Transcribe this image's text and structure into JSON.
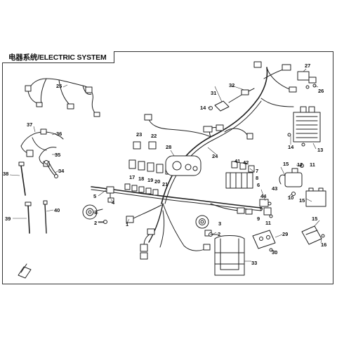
{
  "title": "电器系统/ELECTRIC SYSTEM",
  "callouts": [
    {
      "id": "c1",
      "label": "1"
    },
    {
      "id": "c2a",
      "label": "2"
    },
    {
      "id": "c2b",
      "label": "2"
    },
    {
      "id": "c3a",
      "label": "3"
    },
    {
      "id": "c3b",
      "label": "3"
    },
    {
      "id": "c4",
      "label": "4"
    },
    {
      "id": "c5",
      "label": "5"
    },
    {
      "id": "c6",
      "label": "6"
    },
    {
      "id": "c7",
      "label": "7"
    },
    {
      "id": "c8",
      "label": "8"
    },
    {
      "id": "c9a",
      "label": "9"
    },
    {
      "id": "c9b",
      "label": "9"
    },
    {
      "id": "c10",
      "label": "10"
    },
    {
      "id": "c11a",
      "label": "11"
    },
    {
      "id": "c11b",
      "label": "11"
    },
    {
      "id": "c12",
      "label": "12"
    },
    {
      "id": "c13",
      "label": "13"
    },
    {
      "id": "c14a",
      "label": "14"
    },
    {
      "id": "c14b",
      "label": "14"
    },
    {
      "id": "c15a",
      "label": "15"
    },
    {
      "id": "c15b",
      "label": "15"
    },
    {
      "id": "c15c",
      "label": "15"
    },
    {
      "id": "c16",
      "label": "16"
    },
    {
      "id": "c17",
      "label": "17"
    },
    {
      "id": "c18",
      "label": "18"
    },
    {
      "id": "c19",
      "label": "19"
    },
    {
      "id": "c20",
      "label": "20"
    },
    {
      "id": "c21",
      "label": "21"
    },
    {
      "id": "c22",
      "label": "22"
    },
    {
      "id": "c23",
      "label": "23"
    },
    {
      "id": "c24",
      "label": "24"
    },
    {
      "id": "c25",
      "label": "25"
    },
    {
      "id": "c26",
      "label": "26"
    },
    {
      "id": "c27",
      "label": "27"
    },
    {
      "id": "c28",
      "label": "28"
    },
    {
      "id": "c29",
      "label": "29"
    },
    {
      "id": "c30",
      "label": "30"
    },
    {
      "id": "c31",
      "label": "31"
    },
    {
      "id": "c32",
      "label": "32"
    },
    {
      "id": "c33",
      "label": "33"
    },
    {
      "id": "c34",
      "label": "34"
    },
    {
      "id": "c35",
      "label": "35"
    },
    {
      "id": "c36",
      "label": "36"
    },
    {
      "id": "c37",
      "label": "37"
    },
    {
      "id": "c38",
      "label": "38"
    },
    {
      "id": "c39",
      "label": "39"
    },
    {
      "id": "c40",
      "label": "40"
    },
    {
      "id": "c41",
      "label": "41"
    },
    {
      "id": "c42",
      "label": "42"
    },
    {
      "id": "c43",
      "label": "43"
    },
    {
      "id": "c44",
      "label": "44"
    }
  ]
}
